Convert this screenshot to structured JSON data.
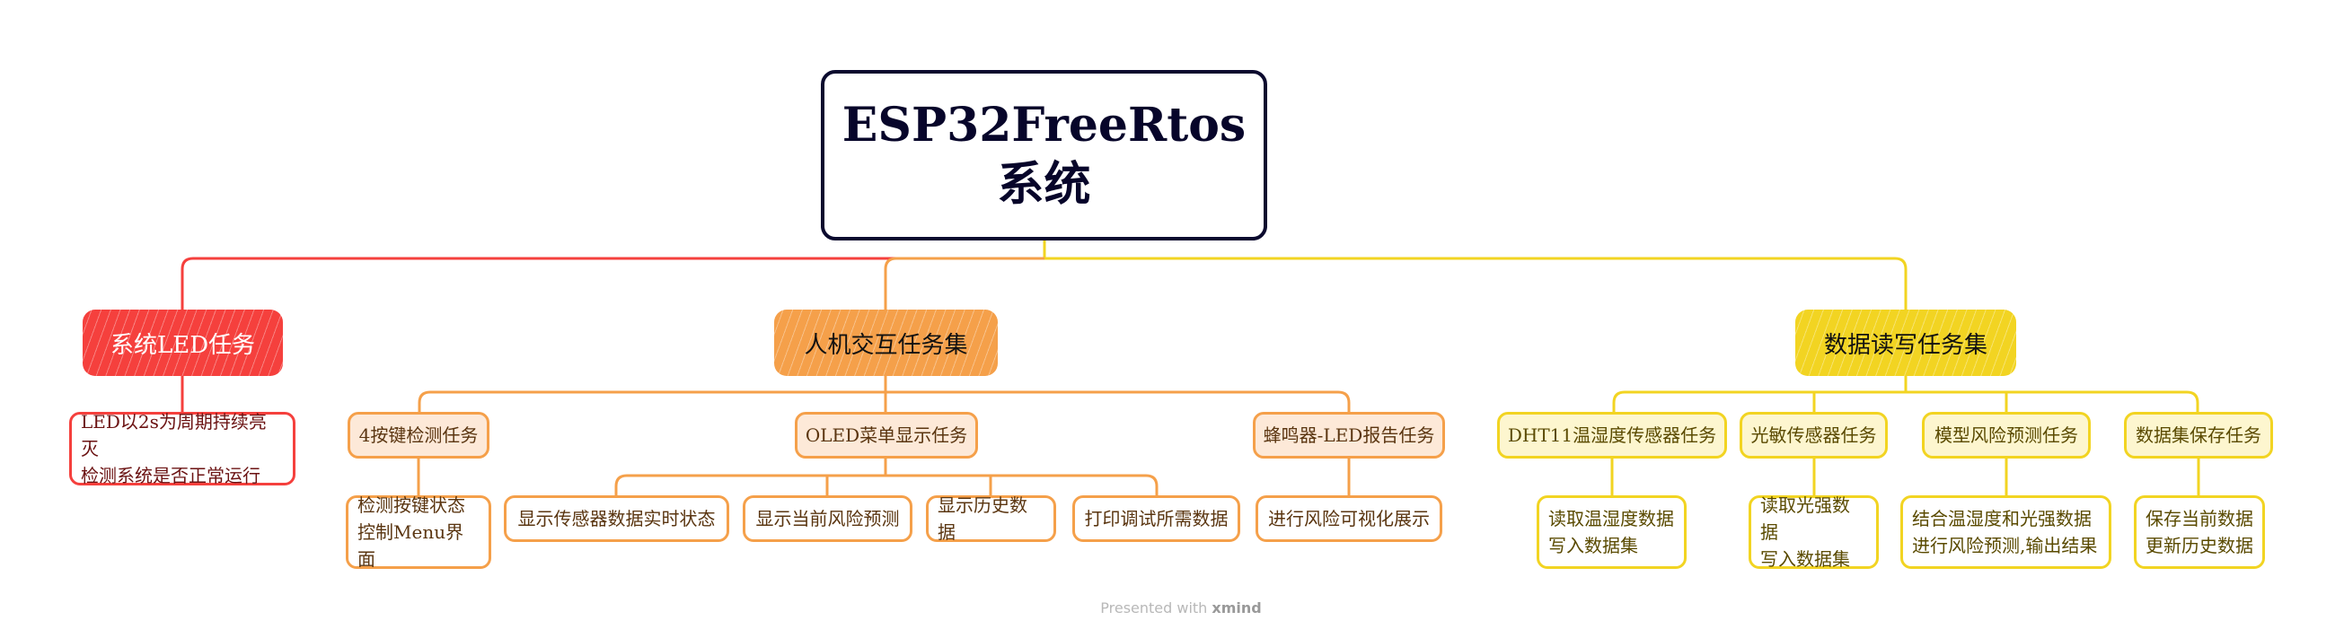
{
  "root": {
    "line1": "ESP32FreeRtos",
    "line2": "系统"
  },
  "colors": {
    "red": "#f5403d",
    "orange": "#f5a04a",
    "yellow": "#f2d422",
    "root_border": "#0b0a2e"
  },
  "branches": [
    {
      "label": "系统LED任务",
      "children": [
        {
          "label": null,
          "leaf": [
            "LED以2s为周期持续亮灭",
            "检测系统是否正常运行"
          ]
        }
      ]
    },
    {
      "label": "人机交互任务集",
      "children": [
        {
          "label": "4按键检测任务",
          "leaves": [
            [
              "检测按键状态",
              "控制Menu界面"
            ]
          ]
        },
        {
          "label": "OLED菜单显示任务",
          "leaves": [
            [
              "显示传感器数据实时状态"
            ],
            [
              "显示当前风险预测"
            ],
            [
              "显示历史数据"
            ],
            [
              "打印调试所需数据"
            ]
          ]
        },
        {
          "label": "蜂鸣器-LED报告任务",
          "leaves": [
            [
              "进行风险可视化展示"
            ]
          ]
        }
      ]
    },
    {
      "label": "数据读写任务集",
      "children": [
        {
          "label": "DHT11温湿度传感器任务",
          "leaves": [
            [
              "读取温湿度数据",
              "写入数据集"
            ]
          ]
        },
        {
          "label": "光敏传感器任务",
          "leaves": [
            [
              "读取光强数据",
              "写入数据集"
            ]
          ]
        },
        {
          "label": "模型风险预测任务",
          "leaves": [
            [
              "结合温湿度和光强数据",
              "进行风险预测,输出结果"
            ]
          ]
        },
        {
          "label": "数据集保存任务",
          "leaves": [
            [
              "保存当前数据",
              "更新历史数据"
            ]
          ]
        }
      ]
    }
  ],
  "footer": {
    "prefix": "Presented with",
    "brand": "xmind"
  }
}
